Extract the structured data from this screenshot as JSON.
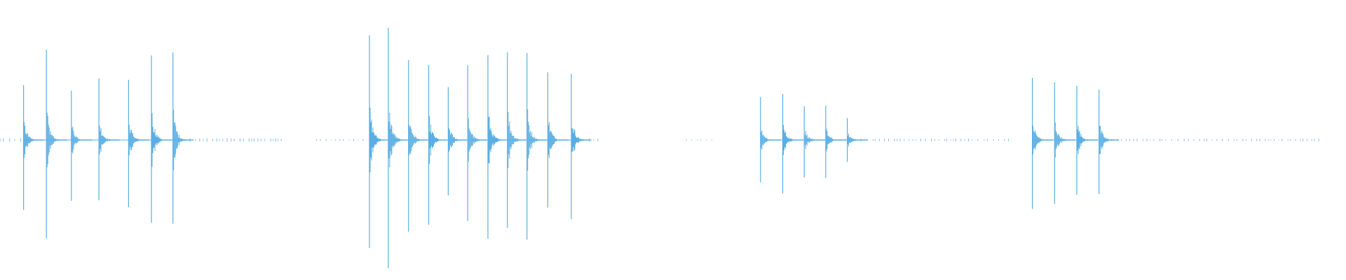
{
  "waveform": {
    "color": "#5aaee3",
    "background": "#ffffff",
    "duration_ratio_note": "",
    "bursts": [
      {
        "clicks": [
          {
            "t": 0.0175,
            "a": 0.5
          },
          {
            "t": 0.0345,
            "a": 0.75
          },
          {
            "t": 0.053,
            "a": 0.45
          },
          {
            "t": 0.0735,
            "a": 0.52
          },
          {
            "t": 0.0955,
            "a": 0.52
          },
          {
            "t": 0.1125,
            "a": 0.73
          },
          {
            "t": 0.1285,
            "a": 0.76
          }
        ]
      },
      {
        "clicks": [
          {
            "t": 0.2745,
            "a": 0.85
          },
          {
            "t": 0.2885,
            "a": 0.95
          },
          {
            "t": 0.3035,
            "a": 0.7
          },
          {
            "t": 0.3185,
            "a": 0.61
          },
          {
            "t": 0.333,
            "a": 0.43
          },
          {
            "t": 0.3475,
            "a": 0.61
          },
          {
            "t": 0.3625,
            "a": 0.75
          },
          {
            "t": 0.377,
            "a": 0.78
          },
          {
            "t": 0.3915,
            "a": 0.78
          },
          {
            "t": 0.407,
            "a": 0.61
          },
          {
            "t": 0.4245,
            "a": 0.6
          }
        ]
      },
      {
        "clicks": [
          {
            "t": 0.565,
            "a": 0.35
          },
          {
            "t": 0.5815,
            "a": 0.42
          },
          {
            "t": 0.5975,
            "a": 0.3
          },
          {
            "t": 0.6135,
            "a": 0.29
          },
          {
            "t": 0.6295,
            "a": 0.2
          }
        ]
      },
      {
        "clicks": [
          {
            "t": 0.767,
            "a": 0.51
          },
          {
            "t": 0.7835,
            "a": 0.5
          },
          {
            "t": 0.8,
            "a": 0.49
          },
          {
            "t": 0.8165,
            "a": 0.45
          }
        ]
      }
    ],
    "noise_segments": [
      {
        "start": 0.0,
        "end": 0.016,
        "level": 0.012
      },
      {
        "start": 0.13,
        "end": 0.21,
        "level": 0.01
      },
      {
        "start": 0.235,
        "end": 0.27,
        "level": 0.006
      },
      {
        "start": 0.43,
        "end": 0.445,
        "level": 0.008
      },
      {
        "start": 0.51,
        "end": 0.53,
        "level": 0.004
      },
      {
        "start": 0.63,
        "end": 0.75,
        "level": 0.008
      },
      {
        "start": 0.82,
        "end": 0.98,
        "level": 0.007
      }
    ]
  }
}
